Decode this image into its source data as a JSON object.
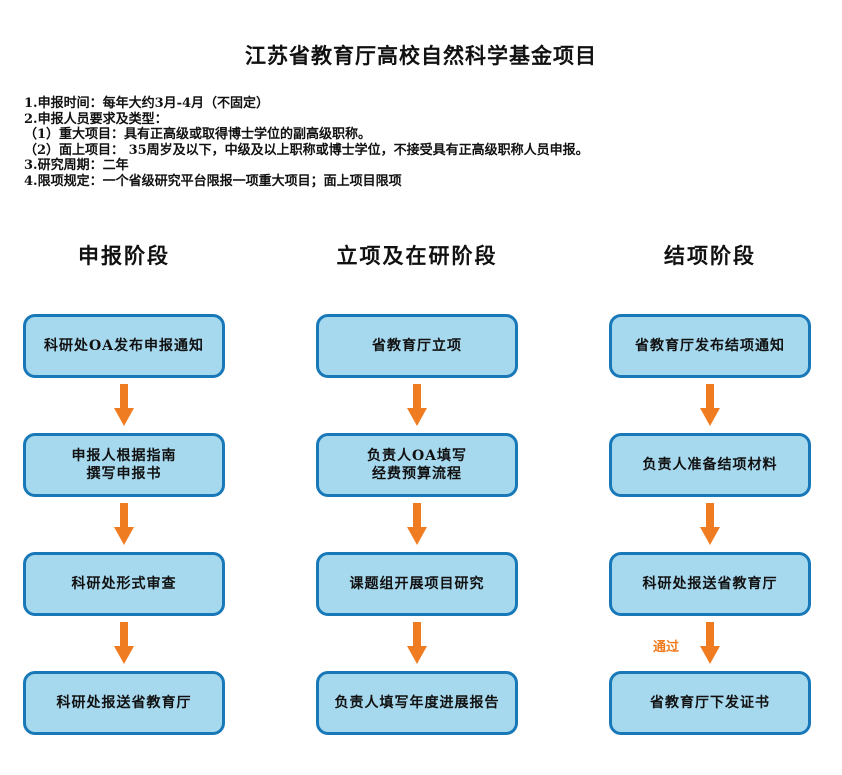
{
  "title": "江苏省教育厅高校自然科学基金项目",
  "notes": [
    "1.申报时间：每年大约3月-4月（不固定）",
    "2.申报人员要求及类型：",
    "（1）重大项目：具有正高级或取得博士学位的副高级职称。",
    "（2）面上项目： 35周岁及以下，中级及以上职称或博士学位，不接受具有正高级职称人员申报。",
    "3.研究周期：二年",
    "4.限项规定：一个省级研究平台限报一项重大项目；面上项目限项"
  ],
  "colors": {
    "box_fill": "#a6d8ee",
    "box_border": "#1878b8",
    "arrow": "#f07c22"
  },
  "stages": [
    {
      "name": "申报阶段",
      "steps": [
        "科研处OA发布申报通知",
        "申报人根据指南\n撰写申报书",
        "科研处形式审查",
        "科研处报送省教育厅"
      ]
    },
    {
      "name": "立项及在研阶段",
      "steps": [
        "省教育厅立项",
        "负责人OA填写\n经费预算流程",
        "课题组开展项目研究",
        "负责人填写年度进展报告"
      ]
    },
    {
      "name": "结项阶段",
      "steps": [
        "省教育厅发布结项通知",
        "负责人准备结项材料",
        "科研处报送省教育厅",
        "省教育厅下发证书"
      ]
    }
  ],
  "pass_label": "通过"
}
